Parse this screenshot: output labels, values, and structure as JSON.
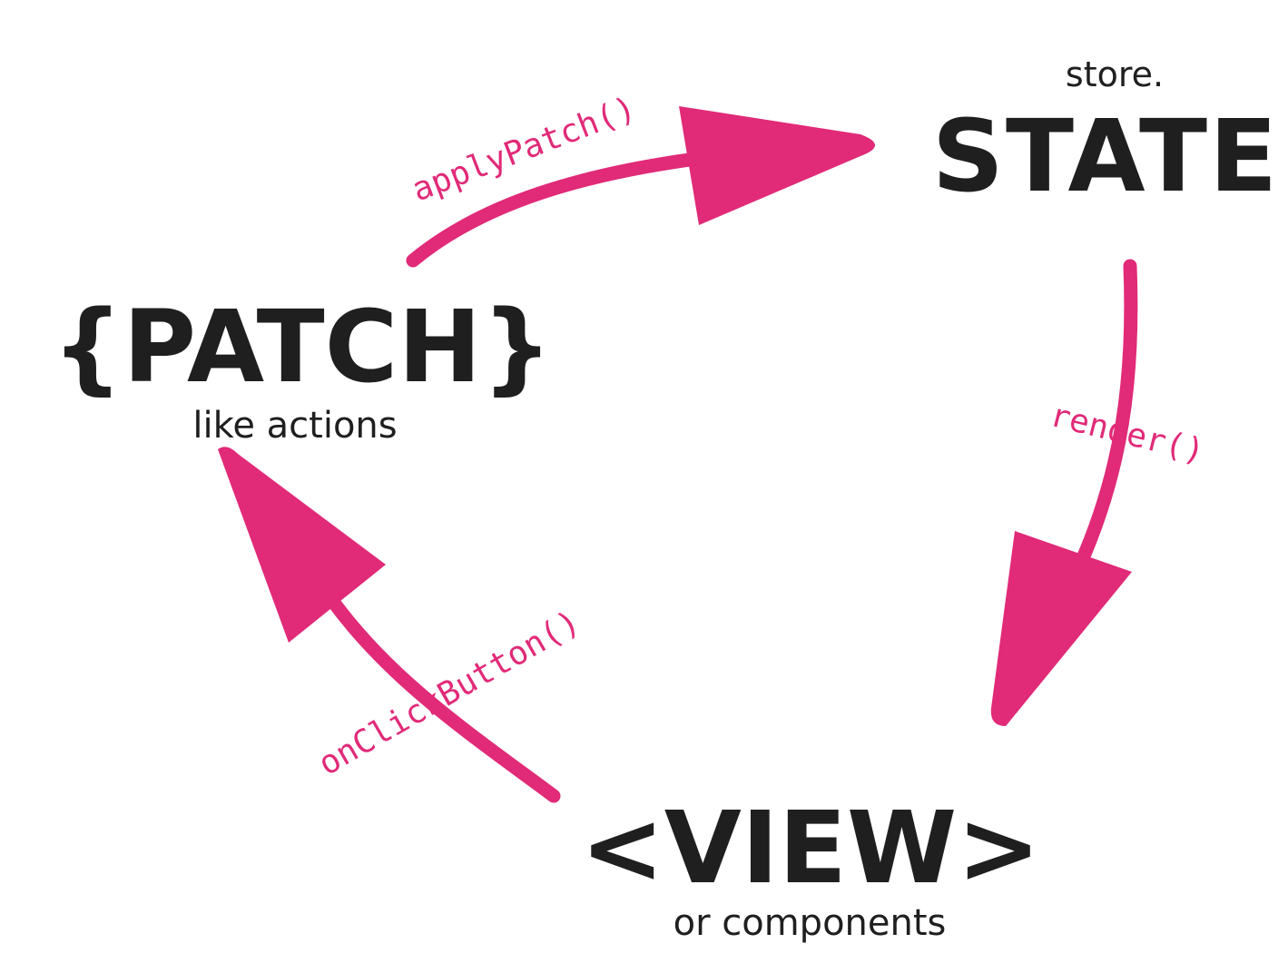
{
  "colors": {
    "ink": "#1f1f1f",
    "arrow": "#e12a78",
    "background": "#ffffff"
  },
  "nodes": {
    "state": {
      "prefix": "store.",
      "label": "STATE"
    },
    "patch": {
      "label": "{PATCH}",
      "sub": "like actions"
    },
    "view": {
      "label": "<VIEW>",
      "sub": "or components"
    }
  },
  "edges": {
    "apply_patch": {
      "label": "applyPatch()",
      "from": "patch",
      "to": "state"
    },
    "render": {
      "label": "render()",
      "from": "state",
      "to": "view"
    },
    "on_click": {
      "label": "onClickButton()",
      "from": "view",
      "to": "patch"
    }
  }
}
